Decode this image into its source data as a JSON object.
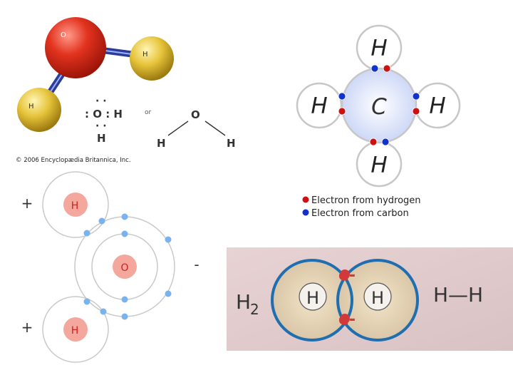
{
  "water_3d": {
    "atom_o": "O",
    "atom_h_right": "H",
    "atom_h_left": "H",
    "lewis": {
      "dots_top": "· ·",
      "row": ": O : H",
      "dots_bottom": "· ·",
      "h_bottom": "H"
    },
    "or_text": "or",
    "structural": {
      "o": "O",
      "h_left": "H",
      "h_right": "H"
    },
    "copyright": "© 2006 Encyclopædia Britannica, Inc."
  },
  "methane": {
    "h_top": "H",
    "h_left": "H",
    "center": "C",
    "h_right": "H",
    "h_bottom": "H",
    "legend": [
      {
        "label": "Electron from hydrogen",
        "color": "#cc1111"
      },
      {
        "label": "Electron from carbon",
        "color": "#1133cc"
      }
    ]
  },
  "water_bohr": {
    "charge_top": "+",
    "charge_bottom": "+",
    "charge_right": "-",
    "h_top": "H",
    "o_center": "O",
    "h_bottom": "H"
  },
  "hydrogen_molecule": {
    "formula": "H2",
    "formula_main": "H",
    "formula_sub": "2",
    "atom_left": "H",
    "atom_right": "H",
    "electron_top": "e-",
    "electron_bottom": "e-",
    "structural": "H—H"
  },
  "colors": {
    "oxygen": "#e03020",
    "hydrogen_ball": "#e8c43a",
    "bond": "#2a3d99",
    "h_electron": "#cc1111",
    "c_electron": "#1133cc",
    "bohr_electron": "#7ab2ee",
    "h2_ring": "#1f6eb0",
    "h2_electron": "#d23a3a"
  }
}
